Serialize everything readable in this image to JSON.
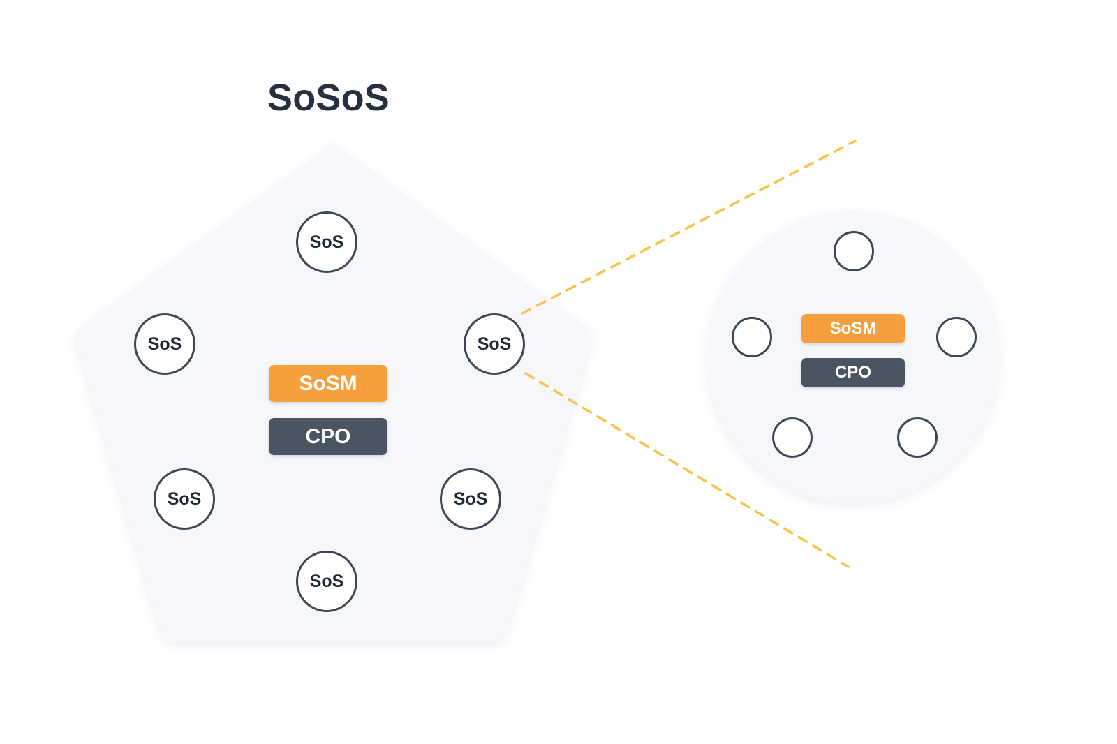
{
  "diagram": {
    "title": "SoSoS",
    "type": "nested-scrum-of-scrums-hierarchy",
    "colors": {
      "title_text": "#27303f",
      "group_fill": "#f5f7fa",
      "node_stroke": "#3c4655",
      "node_fill": "#ffffff",
      "sosm_badge": "#f5a03c",
      "cpo_badge": "#4a5462",
      "badge_text": "#ffffff",
      "callout_line": "#f8c34a",
      "page_background": "#ffffff"
    },
    "pentagon_group": {
      "name": "SoSoS pentagon container",
      "shape": "pentagon",
      "nodes": [
        {
          "label": "SoS",
          "position": "top"
        },
        {
          "label": "SoS",
          "position": "upper-left"
        },
        {
          "label": "SoS",
          "position": "upper-right"
        },
        {
          "label": "SoS",
          "position": "lower-left"
        },
        {
          "label": "SoS",
          "position": "lower-right"
        },
        {
          "label": "SoS",
          "position": "bottom"
        }
      ],
      "badges": [
        {
          "label": "SoSM",
          "role": "scrum-of-scrums-master"
        },
        {
          "label": "CPO",
          "role": "chief-product-owner"
        }
      ]
    },
    "detail_group": {
      "name": "Expanded SoS circle",
      "shape": "circle",
      "nodes": [
        {
          "label": "",
          "position": "top"
        },
        {
          "label": "",
          "position": "left"
        },
        {
          "label": "",
          "position": "right"
        },
        {
          "label": "",
          "position": "bottom-left"
        },
        {
          "label": "",
          "position": "bottom-right"
        }
      ],
      "badges": [
        {
          "label": "SoSM",
          "role": "scrum-of-scrums-master"
        },
        {
          "label": "CPO",
          "role": "chief-product-owner"
        }
      ]
    },
    "callout": {
      "style": "dashed",
      "color": "#f8c34a",
      "source_node": "SoS (upper-right of pentagon)",
      "target_group": "Expanded SoS circle",
      "lines": 2
    }
  }
}
